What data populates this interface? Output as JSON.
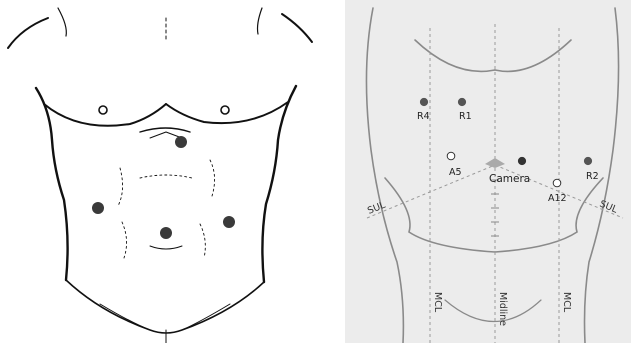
{
  "left_figure": {
    "ports": [
      {
        "id": "port-upper",
        "fill": "#3a3a3a"
      },
      {
        "id": "port-left",
        "fill": "#3a3a3a"
      },
      {
        "id": "port-center",
        "fill": "#3a3a3a"
      },
      {
        "id": "port-right",
        "fill": "#3a3a3a"
      }
    ]
  },
  "right_figure": {
    "ports": {
      "r4": "R4",
      "r1": "R1",
      "a5": "A5",
      "camera": "Camera",
      "r2": "R2",
      "a12": "A12"
    },
    "lines": {
      "sul_left": "SUL",
      "sul_right": "SUL",
      "mcl_left": "MCL",
      "midline": "Midline",
      "mcl_right": "MCL"
    },
    "colors": {
      "background": "#ececec",
      "outline": "#8a8a8a",
      "filled_port": "#555555",
      "hollow_port": "#ffffff"
    }
  }
}
